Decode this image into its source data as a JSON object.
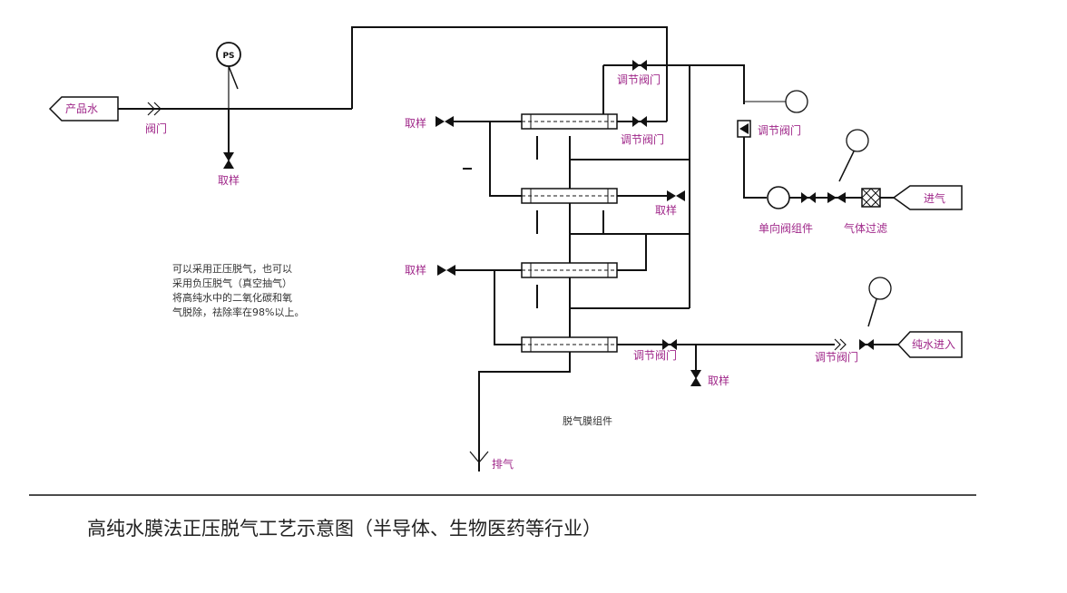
{
  "terminals": {
    "product_water": "产品水",
    "gas_in": "进气",
    "pure_water_in": "纯水进入"
  },
  "labels": {
    "valve_product": "阀门",
    "sample_left": "取样",
    "sample_a": "取样",
    "sample_b": "取样",
    "sample_c": "取样",
    "sample_bottom": "取样",
    "reg_valve_1": "调节阀门",
    "reg_valve_2": "调节阀门",
    "reg_valve_3": "调节阀门",
    "reg_valve_4": "调节阀门",
    "reg_valve_5": "调节阀门",
    "check_valve_group": "单向阀组件",
    "gas_filter": "气体过滤",
    "module_group": "脱气膜组件",
    "exhaust": "排气"
  },
  "instruments": {
    "ps": "PS"
  },
  "note_lines": [
    "可以采用正压脱气，也可以",
    "采用负压脱气（真空抽气）",
    "将高纯水中的二氧化碳和氧",
    "气脱除，祛除率在98%以上。"
  ],
  "caption": "高纯水膜法正压脱气工艺示意图（半导体、生物医药等行业）"
}
